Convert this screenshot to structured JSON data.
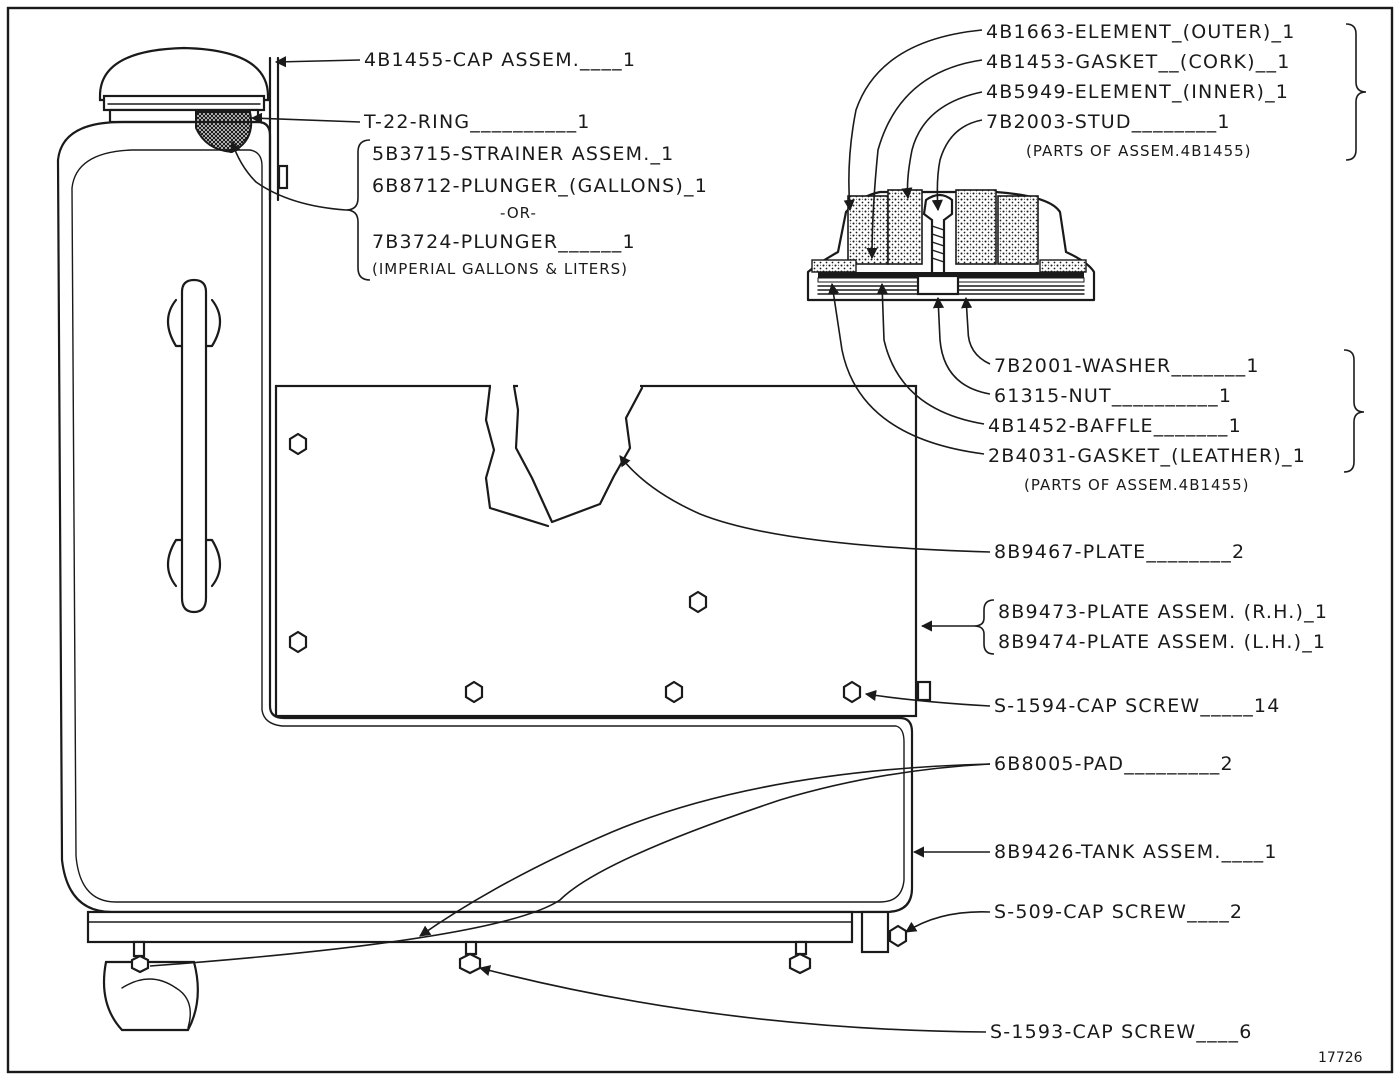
{
  "labels": {
    "cap_assem": "4B1455-CAP ASSEM.____1",
    "ring": "T-22-RING__________1",
    "strainer": "5B3715-STRAINER ASSEM._1",
    "plunger_gal": "6B8712-PLUNGER_(GALLONS)_1",
    "or": "-OR-",
    "plunger_imp": "7B3724-PLUNGER______1",
    "imperial_note": "(IMPERIAL GALLONS & LITERS)",
    "element_outer": "4B1663-ELEMENT_(OUTER)_1",
    "gasket_cork": "4B1453-GASKET__(CORK)__1",
    "element_inner": "4B5949-ELEMENT_(INNER)_1",
    "stud": "7B2003-STUD________1",
    "parts_note_1": "(PARTS OF ASSEM.4B1455)",
    "washer": "7B2001-WASHER_______1",
    "nut": "61315-NUT__________1",
    "baffle": "4B1452-BAFFLE_______1",
    "gasket_leather": "2B4031-GASKET_(LEATHER)_1",
    "parts_note_2": "(PARTS OF ASSEM.4B1455)",
    "plate": "8B9467-PLATE________2",
    "plate_rh": "8B9473-PLATE ASSEM. (R.H.)_1",
    "plate_lh": "8B9474-PLATE ASSEM. (L.H.)_1",
    "cap_screw_1594": "S-1594-CAP SCREW_____14",
    "pad": "6B8005-PAD_________2",
    "tank_assem": "8B9426-TANK ASSEM.____1",
    "cap_screw_509": "S-509-CAP SCREW____2",
    "cap_screw_1593": "S-1593-CAP SCREW____6",
    "figure_number": "17726"
  }
}
